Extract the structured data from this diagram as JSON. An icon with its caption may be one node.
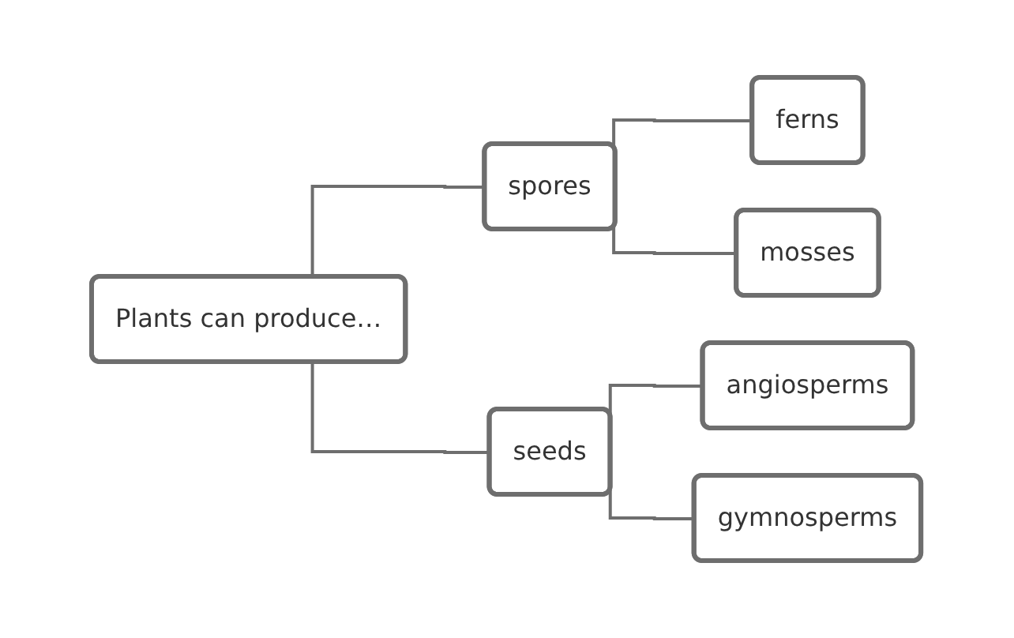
{
  "diagram": {
    "nodes": [
      {
        "text": [
          "Plants can produce…"
        ]
      },
      {
        "text": [
          "spores"
        ]
      },
      {
        "text": [
          "ferns"
        ]
      },
      {
        "text": [
          "mosses"
        ]
      },
      {
        "text": [
          "seeds"
        ]
      },
      {
        "text": [
          "angiosperms"
        ]
      },
      {
        "text": [
          "gymnosperms"
        ]
      }
    ],
    "edges": [
      {
        "from": 0,
        "to": 1,
        "arrow": "none"
      },
      {
        "from": 0,
        "to": 4,
        "arrow": "none"
      },
      {
        "from": 1,
        "to": 2,
        "arrow": "none"
      },
      {
        "from": 1,
        "to": 3,
        "arrow": "none"
      },
      {
        "from": 4,
        "to": 5,
        "arrow": "none"
      },
      {
        "from": 4,
        "to": 6,
        "arrow": "none"
      }
    ]
  }
}
